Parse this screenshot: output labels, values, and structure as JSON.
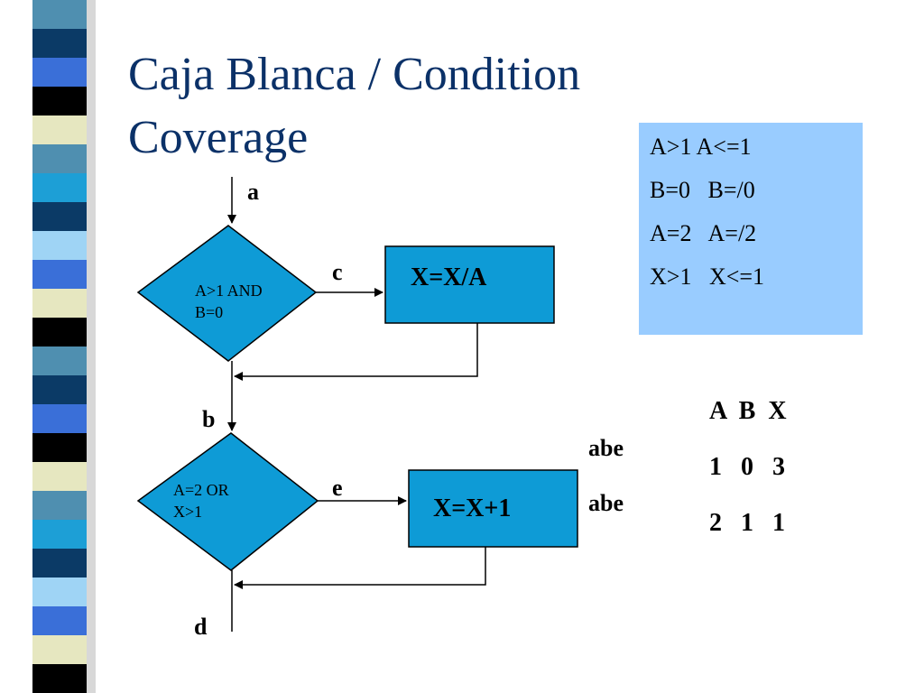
{
  "title": {
    "line1": "Caja Blanca /  Condition",
    "line2": "Coverage"
  },
  "flow": {
    "node_a": "a",
    "node_b": "b",
    "node_c": "c",
    "node_d": "d",
    "node_e": "e",
    "decision1": {
      "line1": "A>1 AND",
      "line2": "B=0"
    },
    "decision2": {
      "line1": "A=2 OR",
      "line2": "X>1"
    },
    "process1": "X=X/A",
    "process2": "X=X+1",
    "path_label1": "abe",
    "path_label2": "abe"
  },
  "conditions": [
    "A>1 A<=1",
    "B=0   B=/0",
    "A=2   A=/2",
    "X>1   X<=1"
  ],
  "test_table": {
    "header": "A  B  X",
    "rows": [
      "1   0   3",
      "2   1   1"
    ]
  },
  "colors": {
    "title": "#0b3168",
    "shape_fill": "#0e9bd6",
    "condition_box": "#99ccff"
  }
}
